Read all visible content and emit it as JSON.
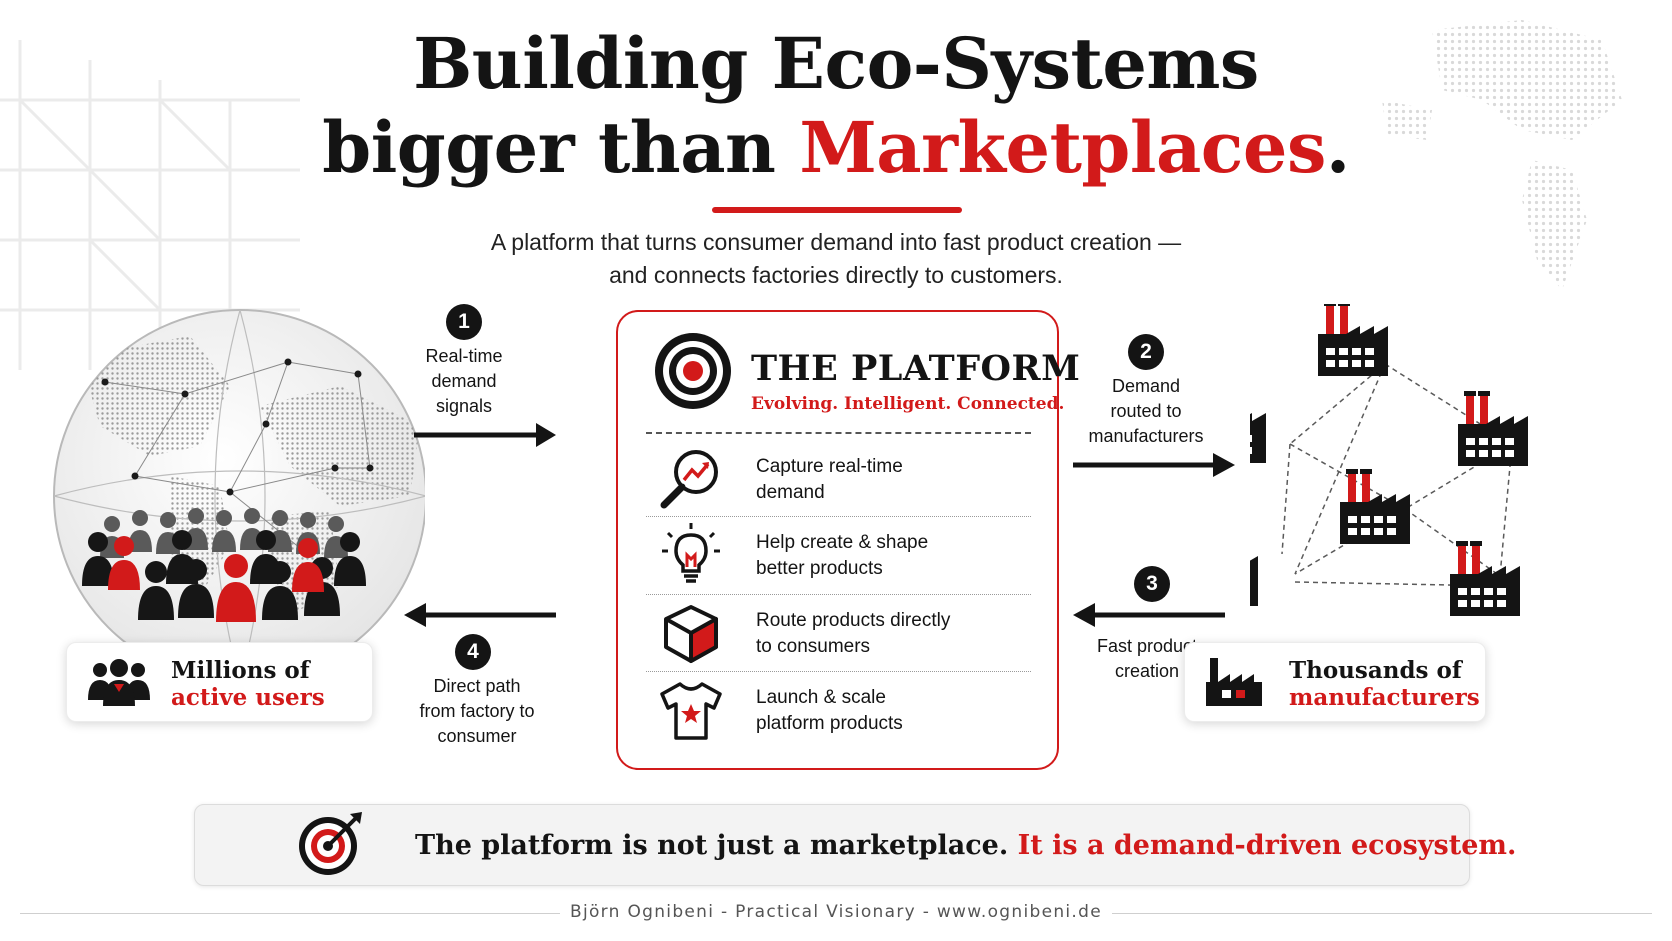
{
  "title": {
    "line1": "Building Eco-Systems",
    "line2_prefix": "bigger than ",
    "line2_highlight": "Marketplaces",
    "line2_suffix": "."
  },
  "subtitle": {
    "line1": "A platform that turns consumer demand into fast product creation —",
    "line2": "and connects factories directly to customers."
  },
  "steps": [
    {
      "number": "1",
      "lines": [
        "Real-time",
        "demand",
        "signals"
      ]
    },
    {
      "number": "2",
      "lines": [
        "Demand",
        "routed to",
        "manufacturers"
      ]
    },
    {
      "number": "3",
      "lines": [
        "Fast product",
        "creation"
      ]
    },
    {
      "number": "4",
      "lines": [
        "Direct path",
        "from factory to",
        "consumer"
      ]
    }
  ],
  "platform": {
    "title": "THE PLATFORM",
    "tagline": "Evolving. Intelligent. Connected.",
    "icon": "target-icon",
    "features": [
      {
        "icon": "magnifier-chart-icon",
        "line1": "Capture real-time",
        "line2": "demand"
      },
      {
        "icon": "lightbulb-icon",
        "line1": "Help create & shape",
        "line2": "better products"
      },
      {
        "icon": "box-icon",
        "line1": "Route products directly",
        "line2": "to consumers"
      },
      {
        "icon": "tshirt-icon",
        "line1": "Launch & scale",
        "line2": "platform products"
      }
    ]
  },
  "users": {
    "icon": "users-group-icon",
    "line1": "Millions of",
    "line2": "active users"
  },
  "manufacturers": {
    "icon": "factory-icon",
    "line1": "Thousands of",
    "line2": "manufacturers"
  },
  "footer": {
    "statement_prefix": "The platform is not just a marketplace. ",
    "statement_highlight": "It is a demand-driven ecosystem.",
    "statement_icon": "target-arrow-icon",
    "credit": "Björn Ognibeni - Practical Visionary - www.ognibeni.de"
  },
  "colors": {
    "accent": "#d21a1a",
    "text": "#141414",
    "muted": "#555555"
  }
}
